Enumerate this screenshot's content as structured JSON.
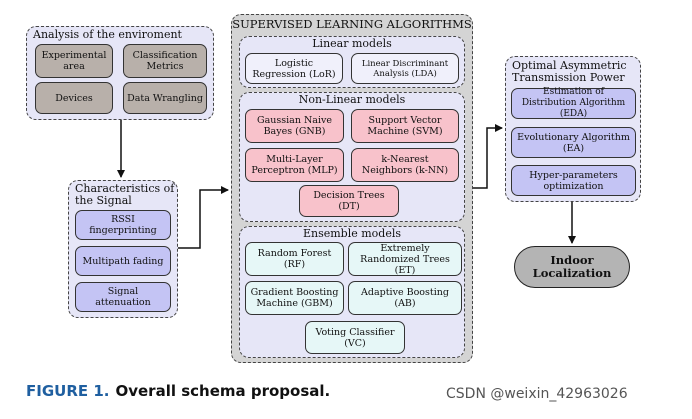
{
  "environment": {
    "title": "Analysis of the enviroment",
    "items": [
      "Experimental area",
      "Classification Metrics",
      "Devices",
      "Data Wrangling"
    ]
  },
  "signal": {
    "title": "Characteristics of the Signal",
    "items": [
      "RSSI fingerprinting",
      "Multipath fading",
      "Signal attenuation"
    ]
  },
  "supervised": {
    "title": "SUPERVISED LEARNING ALGORITHMS",
    "linear": {
      "title": "Linear models",
      "items": [
        "Logistic Regression (LoR)",
        "Linear Discriminant Analysis (LDA)"
      ]
    },
    "nonlinear": {
      "title": "Non-Linear models",
      "items": [
        "Gaussian Naive Bayes (GNB)",
        "Support Vector Machine (SVM)",
        "Multi-Layer Perceptron (MLP)",
        "k-Nearest Neighbors (k-NN)",
        "Decision Trees (DT)"
      ]
    },
    "ensemble": {
      "title": "Ensemble models",
      "items": [
        "Random Forest (RF)",
        "Extremely Randomized Trees (ET)",
        "Gradient Boosting Machine (GBM)",
        "Adaptive Boosting (AB)",
        "Voting Classifier (VC)"
      ]
    }
  },
  "optimal": {
    "title": "Optimal Asymmetric Transmission Power",
    "items": [
      "Estimation of Distribution Algorithm (EDA)",
      "Evolutionary Algorithm (EA)",
      "Hyper-parameters optimization"
    ]
  },
  "result": "Indoor Localization",
  "caption": {
    "figure": "FIGURE 1.",
    "text": "Overall schema proposal."
  },
  "watermark": "CSDN @weixin_42963026"
}
